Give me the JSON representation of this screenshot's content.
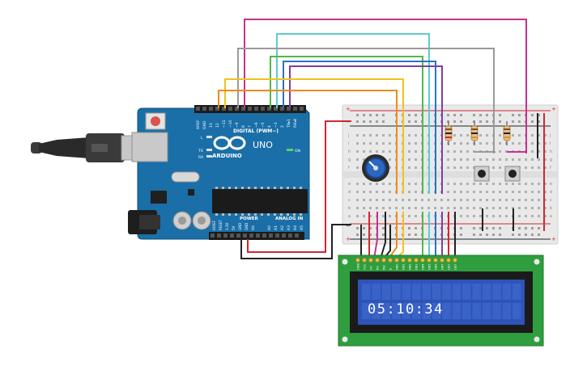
{
  "arduino": {
    "brand": "ARDUINO",
    "model": "UNO",
    "digital_label": "DIGITAL (PWM~)",
    "power_label": "POWER",
    "analog_label": "ANALOG IN",
    "on_label": "ON",
    "aref_label": "AREF",
    "gnd_label": "GND",
    "digital_pins": [
      "13",
      "12",
      "~11",
      "~10",
      "~9",
      "8",
      "7",
      "~6",
      "~5",
      "4",
      "~3",
      "2",
      "TX▸1",
      "RX◂0"
    ],
    "power_pins": [
      "IOREF",
      "RESET",
      "3.3V",
      "5V",
      "GND",
      "GND",
      "Vin"
    ],
    "analog_pins": [
      "A0",
      "A1",
      "A2",
      "A3",
      "A4",
      "A5"
    ],
    "led_l": "L",
    "led_tx": "TX",
    "led_rx": "RX"
  },
  "breadboard": {
    "rail_plus": "+",
    "rail_minus": "−",
    "row_letters_top": [
      "j",
      "i",
      "h",
      "g",
      "f"
    ],
    "row_letters_bottom": [
      "e",
      "d",
      "c",
      "b",
      "a"
    ]
  },
  "lcd": {
    "display_text": "05:10:34",
    "pin_labels": [
      "GND",
      "VCC",
      "V0",
      "RS",
      "RW",
      "E",
      "DB0",
      "DB1",
      "DB2",
      "DB3",
      "DB4",
      "DB5",
      "DB6",
      "DB7",
      "LED",
      "LED"
    ]
  },
  "colors": {
    "arduino_board": "#1a6fa8",
    "breadboard": "#e9e9e9",
    "lcd_pcb": "#2e9e3e",
    "lcd_screen": "#2e54b8",
    "wire_red": "#d2272f",
    "wire_black": "#222222",
    "wire_orange": "#f08a1c",
    "wire_yellow": "#f1c21b",
    "wire_green": "#53b749",
    "wire_blue": "#2a73c9",
    "wire_cyan": "#5ccbd0",
    "wire_purple": "#7d3fa3",
    "wire_magenta": "#c53193",
    "wire_gray": "#9a9a9a"
  }
}
